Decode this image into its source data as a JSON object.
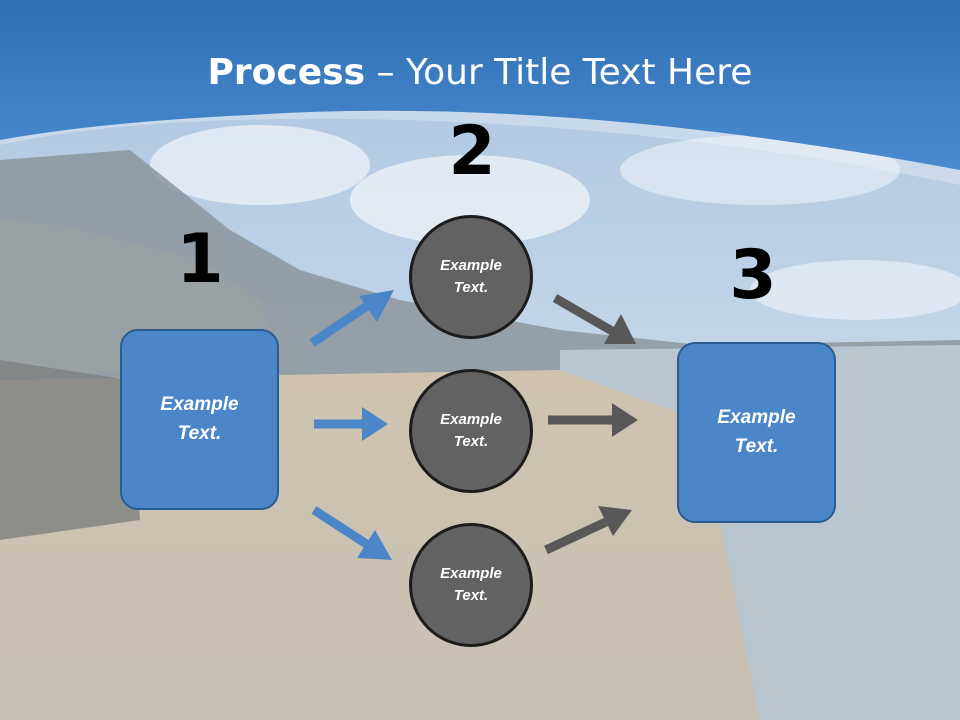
{
  "title": {
    "bold": "Process",
    "rest": " – Your Title Text Here"
  },
  "numbers": [
    "1",
    "2",
    "3"
  ],
  "boxes": {
    "left": [
      "Example",
      "Text."
    ],
    "right": [
      "Example",
      "Text."
    ]
  },
  "circles": [
    [
      "Example",
      "Text."
    ],
    [
      "Example",
      "Text."
    ],
    [
      "Example",
      "Text."
    ]
  ],
  "colors": {
    "header": "#3f7fc1",
    "box": "#4a86c8",
    "circle": "#626262",
    "arrow_blue": "#4a86c8",
    "arrow_gray": "#585858"
  }
}
